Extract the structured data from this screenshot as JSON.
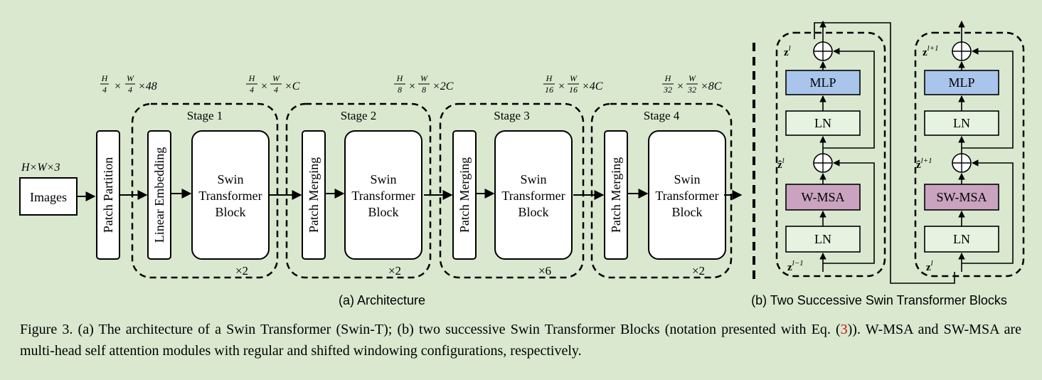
{
  "architecture": {
    "input": {
      "dims": "H×W×3",
      "label": "Images"
    },
    "patch_partition": {
      "label": "Patch Partition",
      "dims_num": [
        "H",
        "W"
      ],
      "dims_den": [
        "4",
        "4"
      ],
      "dims_suffix": "×48"
    },
    "stages": [
      {
        "title": "Stage 1",
        "first_block": "Linear Embedding",
        "block_lines": [
          "Swin",
          "Transformer",
          "Block"
        ],
        "repeat": "×2",
        "dims_den": [
          "4",
          "4"
        ],
        "dims_suffix": "×C"
      },
      {
        "title": "Stage 2",
        "first_block": "Patch Merging",
        "block_lines": [
          "Swin",
          "Transformer",
          "Block"
        ],
        "repeat": "×2",
        "dims_den": [
          "8",
          "8"
        ],
        "dims_suffix": "×2C"
      },
      {
        "title": "Stage 3",
        "first_block": "Patch Merging",
        "block_lines": [
          "Swin",
          "Transformer",
          "Block"
        ],
        "repeat": "×6",
        "dims_den": [
          "16",
          "16"
        ],
        "dims_suffix": "×4C"
      },
      {
        "title": "Stage 4",
        "first_block": "Patch Merging",
        "block_lines": [
          "Swin",
          "Transformer",
          "Block"
        ],
        "repeat": "×2",
        "dims_den": [
          "32",
          "32"
        ],
        "dims_suffix": "×8C"
      }
    ],
    "caption": "(a) Architecture"
  },
  "blocks": {
    "left": {
      "mlp": "MLP",
      "ln_top": "LN",
      "attn": "W-MSA",
      "ln_bottom": "LN",
      "z_out": "z",
      "z_out_sup": "l",
      "z_mid": "ẑ",
      "z_mid_sup": "l",
      "z_in": "z",
      "z_in_sup": "l−1"
    },
    "right": {
      "mlp": "MLP",
      "ln_top": "LN",
      "attn": "SW-MSA",
      "ln_bottom": "LN",
      "z_out": "z",
      "z_out_sup": "l+1",
      "z_mid": "ẑ",
      "z_mid_sup": "l+1",
      "z_in": "z",
      "z_in_sup": "l"
    },
    "caption": "(b) Two Successive Swin Transformer Blocks"
  },
  "colors": {
    "background": "#d9e8cf",
    "mlp_fill": "#a9c5eb",
    "wmsa_fill": "#c9a3bf",
    "ln_fill": "#e7f3e1"
  },
  "figure_caption": {
    "prefix": "Figure 3. (a) The architecture of a Swin Transformer (Swin-T); (b) two successive Swin Transformer Blocks (notation presented with Eq. (",
    "ref": "3",
    "suffix": ")). W-MSA and SW-MSA are multi-head self attention modules with regular and shifted windowing configurations, respectively."
  }
}
